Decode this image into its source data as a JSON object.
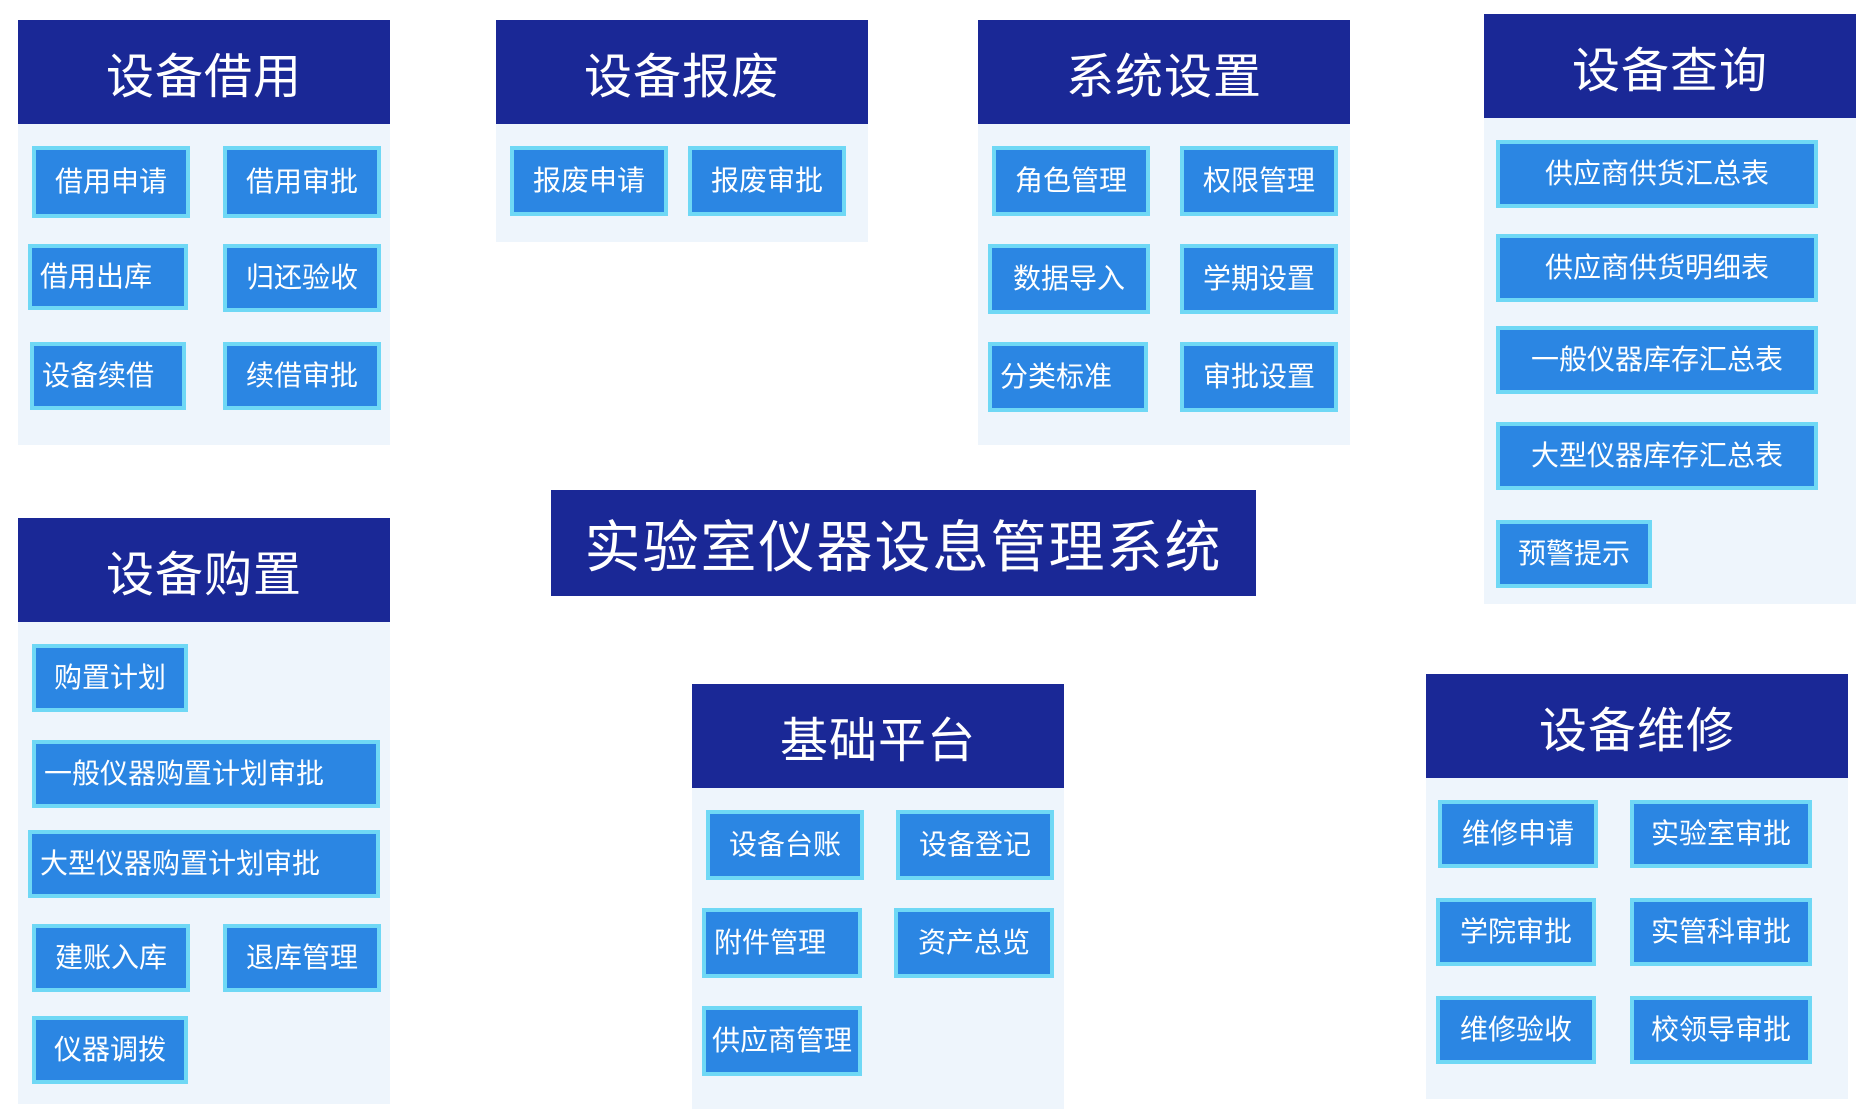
{
  "title": "实验室仪器设息管理系统",
  "colors": {
    "header_bg": "#1a2896",
    "panel_bg": "#eef5fc",
    "button_bg": "#2b86e3",
    "button_border": "#6fd8f5",
    "text": "#ffffff"
  },
  "modules": {
    "borrow": {
      "title": "设备借用",
      "items": [
        "借用申请",
        "借用审批",
        "借用出库",
        "归还验收",
        "设备续借",
        "续借审批"
      ]
    },
    "scrap": {
      "title": "设备报废",
      "items": [
        "报废申请",
        "报废审批"
      ]
    },
    "settings": {
      "title": "系统设置",
      "items": [
        "角色管理",
        "权限管理",
        "数据导入",
        "学期设置",
        "分类标准",
        "审批设置"
      ]
    },
    "query": {
      "title": "设备查询",
      "items": [
        "供应商供货汇总表",
        "供应商供货明细表",
        "一般仪器库存汇总表",
        "大型仪器库存汇总表",
        "预警提示"
      ]
    },
    "purchase": {
      "title": "设备购置",
      "items": [
        "购置计划",
        "一般仪器购置计划审批",
        "大型仪器购置计划审批",
        "建账入库",
        "退库管理",
        "仪器调拨"
      ]
    },
    "base": {
      "title": "基础平台",
      "items": [
        "设备台账",
        "设备登记",
        "附件管理",
        "资产总览",
        "供应商管理"
      ]
    },
    "repair": {
      "title": "设备维修",
      "items": [
        "维修申请",
        "实验室审批",
        "学院审批",
        "实管科审批",
        "维修验收",
        "校领导审批"
      ]
    }
  }
}
